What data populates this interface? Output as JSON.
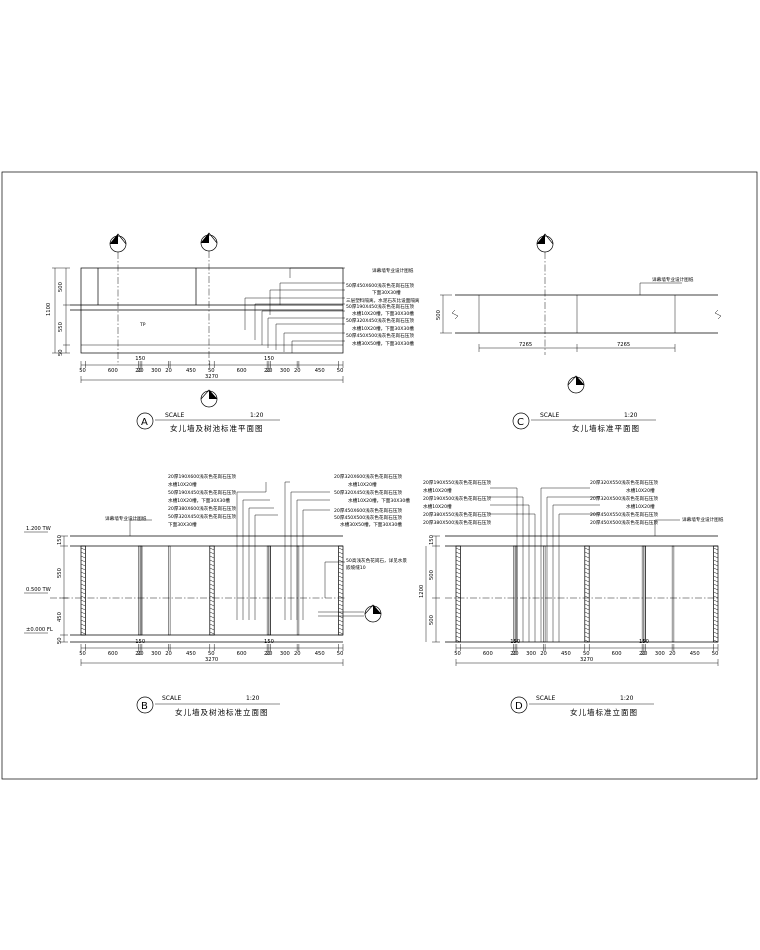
{
  "colors": {
    "line": "#000000",
    "background": "#ffffff"
  },
  "scale_word": "SCALE",
  "scale_value": "1:20",
  "panels": {
    "A": {
      "letter": "A",
      "title": "女儿墙及树池标准平面图",
      "heights": [
        "1100",
        "500",
        "550",
        "50"
      ],
      "notes": [
        "详幕墙专业设计图纸",
        "50厚450X600浅灰色花岗石压顶",
        "下面30X30槽",
        "三层塑料隔离，水泥石灰比设面隔离",
        "50厚190X450浅灰色花岗石压顶",
        "水槽10X20槽，下面30X30槽",
        "50厚320X450浅灰色花岗石压顶",
        "水槽10X20槽，下面30X30槽",
        "50厚450X500浅灰色花岗石压顶",
        "水槽30X50槽，下面30X30槽"
      ],
      "dims": [
        "50",
        "600",
        "20",
        "20",
        "300",
        "20",
        "450",
        "50",
        "600",
        "20",
        "20",
        "300",
        "20",
        "450",
        "50"
      ],
      "dims_upper": [
        "150",
        "150"
      ],
      "total": "3270",
      "inner_label": "TP"
    },
    "C": {
      "letter": "C",
      "title": "女儿墙标准平面图",
      "heights": [
        "500"
      ],
      "notes": [
        "详幕墙专业设计图纸"
      ],
      "dims": [
        "7265",
        "7265"
      ]
    },
    "B": {
      "letter": "B",
      "title": "女儿墙及树池标准立面图",
      "levels": [
        "1.200 TW",
        "0.500 TW",
        "±0.000 FL"
      ],
      "heights": [
        "150",
        "550",
        "450",
        "50"
      ],
      "notes_left": [
        "20厚190X600浅灰色花岗石压顶",
        "水槽10X20槽",
        "50厚190X450浅灰色花岗石压顶",
        "水槽10X20槽，下面30X30槽",
        "20厚380X600浅灰色花岗石压顶",
        "50厚320X450浅灰色花岗石压顶",
        "下面30X30槽"
      ],
      "notes_right": [
        "20厚320X600浅灰色花岗石压顶",
        "水槽10X20槽",
        "50厚320X450浅灰色花岗石压顶",
        "水槽10X20槽，下面30X30槽",
        "20厚450X600浅灰色花岗石压顶",
        "50厚450X500浅灰色花岗石压顶",
        "水槽30X50槽，下面30X30槽"
      ],
      "note_wall": "详幕墙专业设计图纸",
      "note_side": [
        "50高浅灰色花岗石，详见水景",
        "嵌坡缝10"
      ],
      "dims": [
        "50",
        "600",
        "20",
        "20",
        "300",
        "20",
        "450",
        "50",
        "600",
        "20",
        "20",
        "300",
        "20",
        "450",
        "50"
      ],
      "dims_upper": [
        "150",
        "150"
      ],
      "total": "3270"
    },
    "D": {
      "letter": "D",
      "title": "女儿墙标准立面图",
      "heights": [
        "150",
        "1200",
        "500",
        "500"
      ],
      "notes_left": [
        "20厚190X550浅灰色花岗石压顶",
        "水槽10X20槽",
        "20厚190X500浅灰色花岗石压顶",
        "水槽10X20槽",
        "20厚380X550浅灰色花岗石压顶",
        "20厚380X500浅灰色花岗石压顶"
      ],
      "notes_right": [
        "20厚320X550浅灰色花岗石压顶",
        "水槽10X20槽",
        "20厚320X500浅灰色花岗石压顶",
        "水槽10X20槽",
        "20厚450X550浅灰色花岗石压顶",
        "20厚450X500浅灰色花岗石压顶"
      ],
      "note_wall": "详幕墙专业设计图纸",
      "dims": [
        "50",
        "600",
        "20",
        "20",
        "300",
        "20",
        "450",
        "50",
        "600",
        "20",
        "20",
        "300",
        "20",
        "450",
        "50"
      ],
      "dims_upper": [
        "150",
        "150"
      ],
      "total": "3270"
    }
  }
}
